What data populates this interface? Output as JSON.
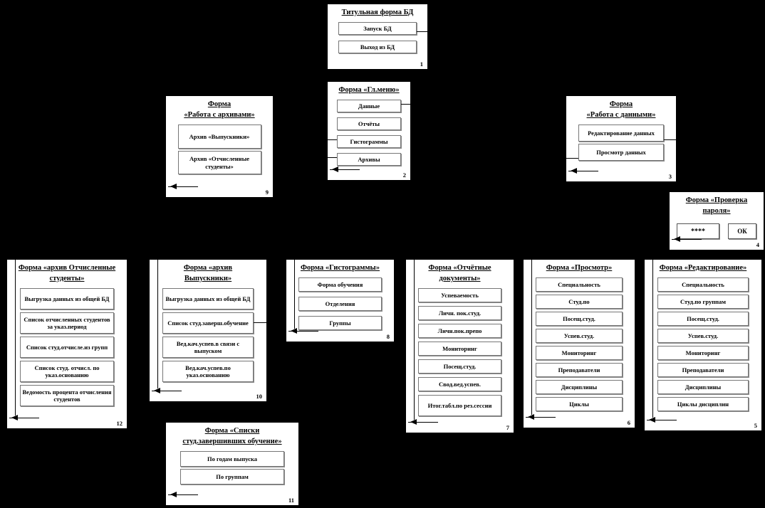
{
  "diagram": {
    "background_color": "#000000",
    "box_fill_color": "#ffffff",
    "line_color": "#000000",
    "boxes": [
      {
        "id": "title-db",
        "title": "Титульная форма БД",
        "number": "1",
        "buttons": [
          "Запуск БД",
          "Выход из БД"
        ]
      },
      {
        "id": "main-menu",
        "title": "Форма «Гл.меню»",
        "number": "2",
        "buttons": [
          "Данные",
          "Отчёты",
          "Гистограммы",
          "Архивы"
        ]
      },
      {
        "id": "work-archives",
        "title": "Форма",
        "title2": "«Работа с архивами»",
        "number": "9",
        "buttons": [
          "Архив «Выпускники»",
          "Архив «Отчисленные студенты»"
        ]
      },
      {
        "id": "work-data",
        "title": "Форма",
        "title2": "«Работа с данными»",
        "number": "3",
        "buttons": [
          "Редактирование данных",
          "Просмотр данных"
        ]
      },
      {
        "id": "password-check",
        "title": "Форма «Проверка",
        "title2": "пароля»",
        "number": "4",
        "password_value": "****",
        "ok_label": "ОК",
        "buttons": []
      },
      {
        "id": "archive-expelled",
        "title": "Форма «архив Отчисленные",
        "title2": "студенты»",
        "number": "12",
        "buttons": [
          "Выгрузка данных из общей БД",
          "Список отчисленных студентов за указ.период",
          "Список студ.отчисле.из групп",
          "Список студ. отчисл. по указ.основанию",
          "Ведомость процента отчисления студентов"
        ]
      },
      {
        "id": "archive-graduates",
        "title": "Форма «архив",
        "title2": "Выпускники»",
        "number": "10",
        "buttons": [
          "Выгрузка данных из общей БД",
          "Список студ.заверш.обучение",
          "Вед.кач.успев.в связи с выпуском",
          "Вед.кач.успев.по указ.основанию"
        ]
      },
      {
        "id": "histograms",
        "title": "Форма «Гистограммы»",
        "number": "8",
        "buttons": [
          "Форма обучения",
          "Отделения",
          "Группы"
        ]
      },
      {
        "id": "report-documents",
        "title": "Форма «Отчётные",
        "title2": "документы»",
        "number": "7",
        "buttons": [
          "Успеваемость",
          "Личн. пок.студ.",
          "Личн.пок.препо",
          "Мониторинг",
          "Посещ.студ.",
          "Свод.вед.успев.",
          "Итог.табл.по рез.сессии"
        ]
      },
      {
        "id": "view",
        "title": "Форма «Просмотр»",
        "number": "6",
        "buttons": [
          "Специальность",
          "Студ.по",
          "Посещ.студ.",
          "Успев.студ.",
          "Мониторинг",
          "Преподаватели",
          "Дисциплины",
          "Циклы"
        ]
      },
      {
        "id": "edit",
        "title": "Форма «Редактирование»",
        "number": "5",
        "buttons": [
          "Специальность",
          "Студ.по группам",
          "Посещ.студ.",
          "Успев.студ.",
          "Мониторинг",
          "Преподаватели",
          "Дисциплины",
          "Циклы дисциплин"
        ]
      },
      {
        "id": "grad-lists",
        "title": "Форма «Списки",
        "title2": "студ.завершивших  обучение»",
        "number": "11",
        "buttons": [
          "По годам выпуска",
          "По группам"
        ]
      }
    ]
  }
}
